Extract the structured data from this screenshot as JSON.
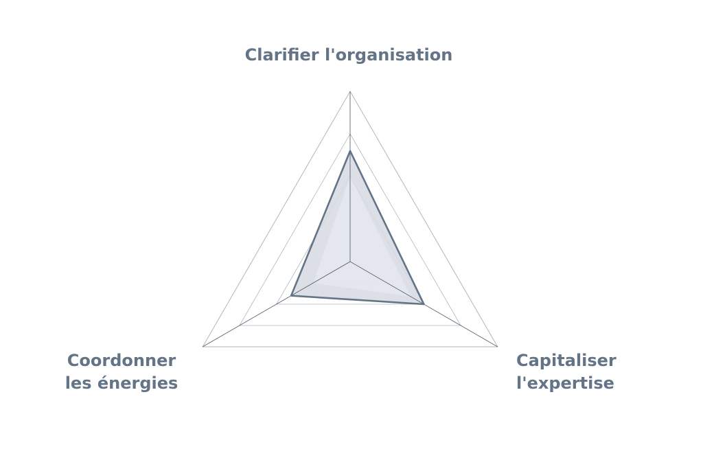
{
  "chart_data": {
    "type": "radar",
    "axes": [
      {
        "key": "top",
        "label_lines": [
          "Clarifier l'organisation"
        ]
      },
      {
        "key": "right",
        "label_lines": [
          "Capitaliser",
          "l'expertise"
        ]
      },
      {
        "key": "left",
        "label_lines": [
          "Coordonner",
          "les énergies"
        ]
      }
    ],
    "levels": 4,
    "range": [
      0,
      4
    ],
    "series": [
      {
        "role": "outline",
        "values": [
          2.6,
          2.0,
          1.6
        ],
        "fill": "#d6dbe2",
        "stroke": "#637487"
      },
      {
        "role": "inner",
        "values": [
          2.0,
          1.65,
          1.0
        ],
        "fill": "#e5e8ee",
        "stroke": "none"
      }
    ],
    "grid": true,
    "colors": {
      "label": "#637487",
      "grid": "#aeb6bf",
      "axis": "#5a6470"
    }
  }
}
